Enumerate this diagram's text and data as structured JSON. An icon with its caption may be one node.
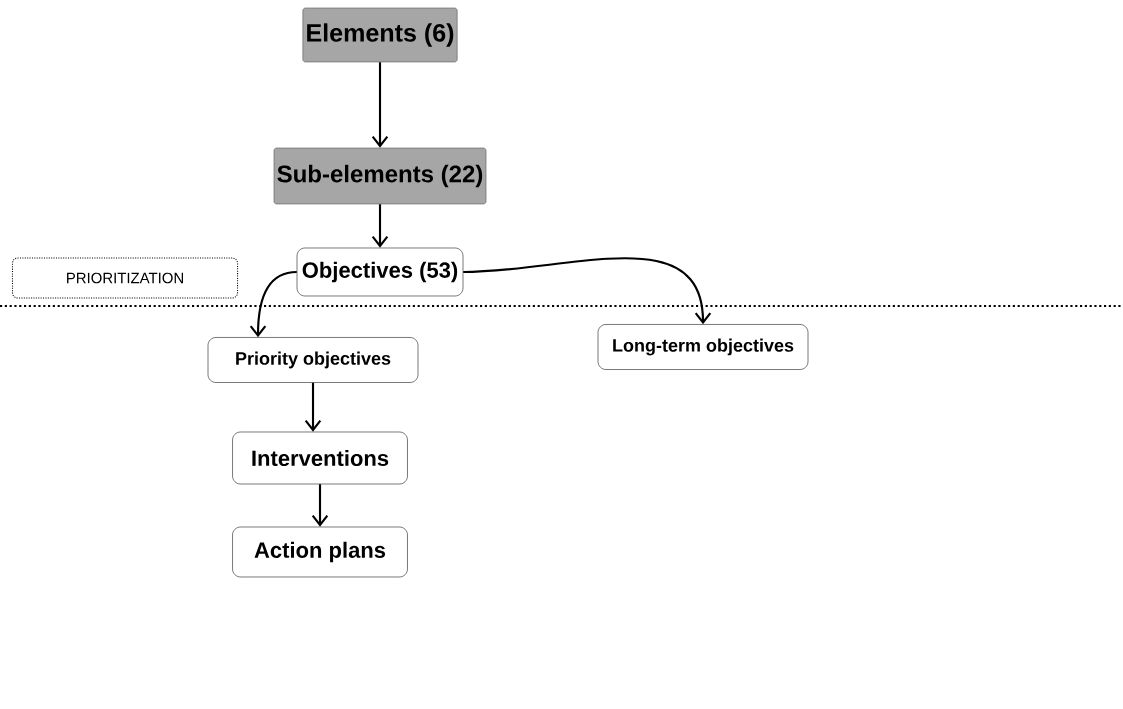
{
  "diagram": {
    "nodes": [
      {
        "text": [
          "Elements (6)"
        ]
      },
      {
        "text": [
          "Sub-elements (22)"
        ]
      },
      {
        "text": [
          "Objectives (53)"
        ]
      },
      {
        "text": [
          "PRIORITIZATION"
        ]
      },
      {
        "text": [
          "Priority objectives"
        ]
      },
      {
        "text": [
          "Long-term objectives"
        ]
      },
      {
        "text": [
          "Interventions"
        ]
      },
      {
        "text": [
          "Action plans"
        ]
      }
    ],
    "edges": [
      {
        "from": 0,
        "to": 1,
        "arrow": "to"
      },
      {
        "from": 1,
        "to": 2,
        "arrow": "to"
      },
      {
        "from": 2,
        "to": 4,
        "arrow": "to"
      },
      {
        "from": 2,
        "to": 5,
        "arrow": "to"
      },
      {
        "from": 4,
        "to": 6,
        "arrow": "to"
      },
      {
        "from": 6,
        "to": 7,
        "arrow": "to"
      }
    ]
  }
}
